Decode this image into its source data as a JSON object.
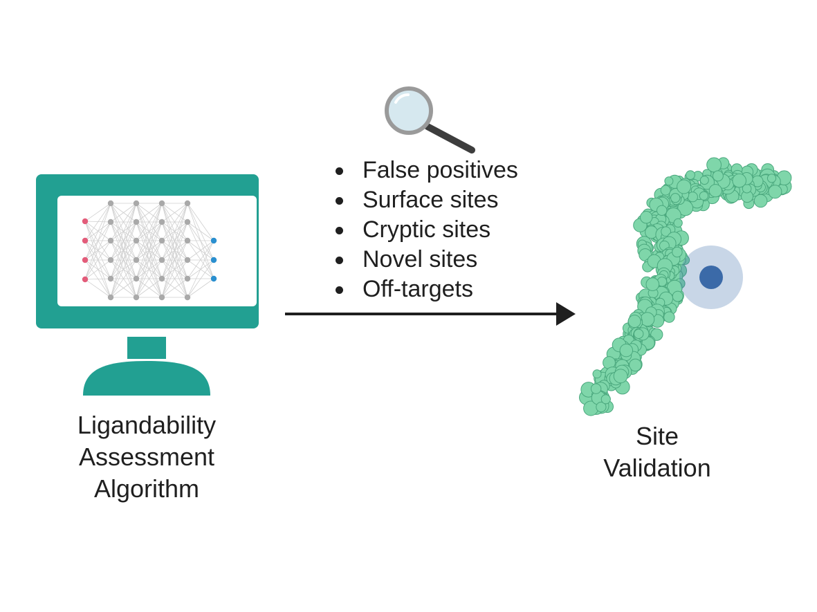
{
  "colors": {
    "monitor": "#22a092",
    "screen": "#ffffff",
    "input_nodes": "#e35c7a",
    "hidden_nodes": "#a9a9a9",
    "output_nodes": "#2a8fcf",
    "arrow": "#1f1f1f",
    "protein": "#7fd6aa",
    "protein_dark": "#4aa77d",
    "binding_site": "#3b6aa8",
    "magnifier_glass": "#d6e8ef"
  },
  "icons": {
    "computer": "monitor-icon",
    "network": "neural-network-icon",
    "search": "magnifying-glass-icon",
    "protein": "protein-structure-icon",
    "site": "binding-site-icon"
  },
  "left_caption": [
    "Ligandability",
    "Assessment",
    "Algorithm"
  ],
  "right_caption": [
    "Site",
    "Validation"
  ],
  "bullets": [
    "False positives",
    "Surface sites",
    "Cryptic sites",
    "Novel sites",
    "Off-targets"
  ]
}
